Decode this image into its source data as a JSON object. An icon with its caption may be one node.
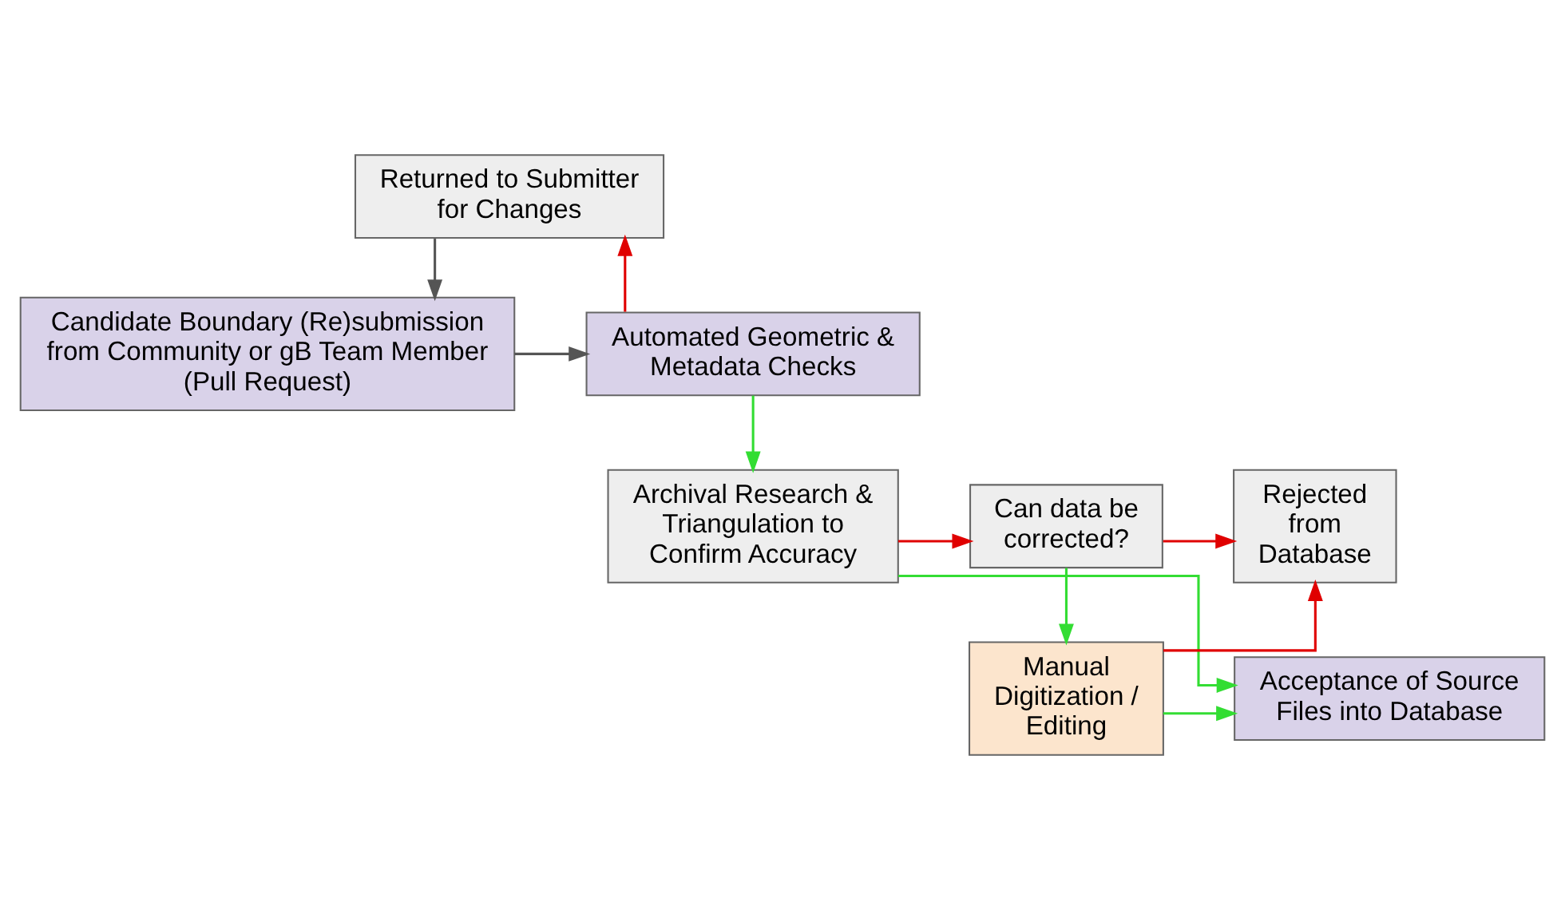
{
  "diagram": {
    "nodes": [
      {
        "text": [
          "Returned to Submitter for Changes"
        ]
      },
      {
        "text": [
          "Candidate Boundary (Re)submission from Community or gB Team Member (Pull Request)"
        ]
      },
      {
        "text": [
          "Automated Geometric & Metadata Checks"
        ]
      },
      {
        "text": [
          "Rejected from Database"
        ]
      },
      {
        "text": [
          "Can data be corrected?"
        ]
      },
      {
        "text": [
          "Archival Research & Triangulation to Confirm Accuracy"
        ]
      },
      {
        "text": [
          "Manual Digitization / Editing"
        ]
      },
      {
        "text": [
          "Acceptance of Source Files into Database"
        ]
      }
    ],
    "edges": [
      {
        "from": 0,
        "to": 1,
        "arrow": "to",
        "color": "#555555"
      },
      {
        "from": 1,
        "to": 2,
        "arrow": "to",
        "color": "#555555"
      },
      {
        "from": 2,
        "to": 0,
        "arrow": "to",
        "color": "#e00000"
      },
      {
        "from": 2,
        "to": 5,
        "arrow": "to",
        "color": "#33dd33"
      },
      {
        "from": 5,
        "to": 4,
        "arrow": "to",
        "color": "#e00000"
      },
      {
        "from": 4,
        "to": 3,
        "arrow": "to",
        "color": "#e00000"
      },
      {
        "from": 4,
        "to": 6,
        "arrow": "to",
        "color": "#33dd33"
      },
      {
        "from": 5,
        "to": 7,
        "arrow": "to",
        "color": "#33dd33"
      },
      {
        "from": 6,
        "to": 3,
        "arrow": "to",
        "color": "#e00000"
      },
      {
        "from": 6,
        "to": 7,
        "arrow": "to",
        "color": "#33dd33"
      }
    ]
  }
}
